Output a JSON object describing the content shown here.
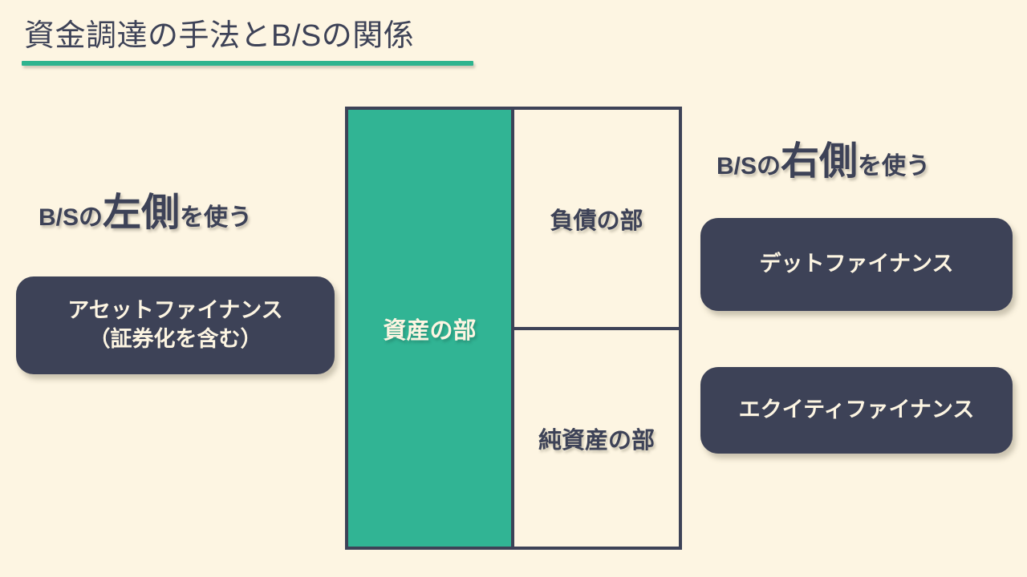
{
  "slide": {
    "background_color": "#fdf5e2",
    "accent_green": "#31b494",
    "accent_navy": "#3d4257",
    "title": "資金調達の手法とB/Sの関係"
  },
  "left_section": {
    "heading_prefix": "B/Sの",
    "heading_emphasis": "左側",
    "heading_suffix": "を使う",
    "card": {
      "line1": "アセットファイナンス",
      "line2": "（証券化を含む）"
    }
  },
  "right_section": {
    "heading_prefix": "B/Sの",
    "heading_emphasis": "右側",
    "heading_suffix": "を使う",
    "cards": [
      {
        "label": "デットファイナンス"
      },
      {
        "label": "エクイティファイナンス"
      }
    ]
  },
  "balance_sheet": {
    "assets_label": "資産の部",
    "liabilities_label": "負債の部",
    "net_assets_label": "純資産の部"
  }
}
